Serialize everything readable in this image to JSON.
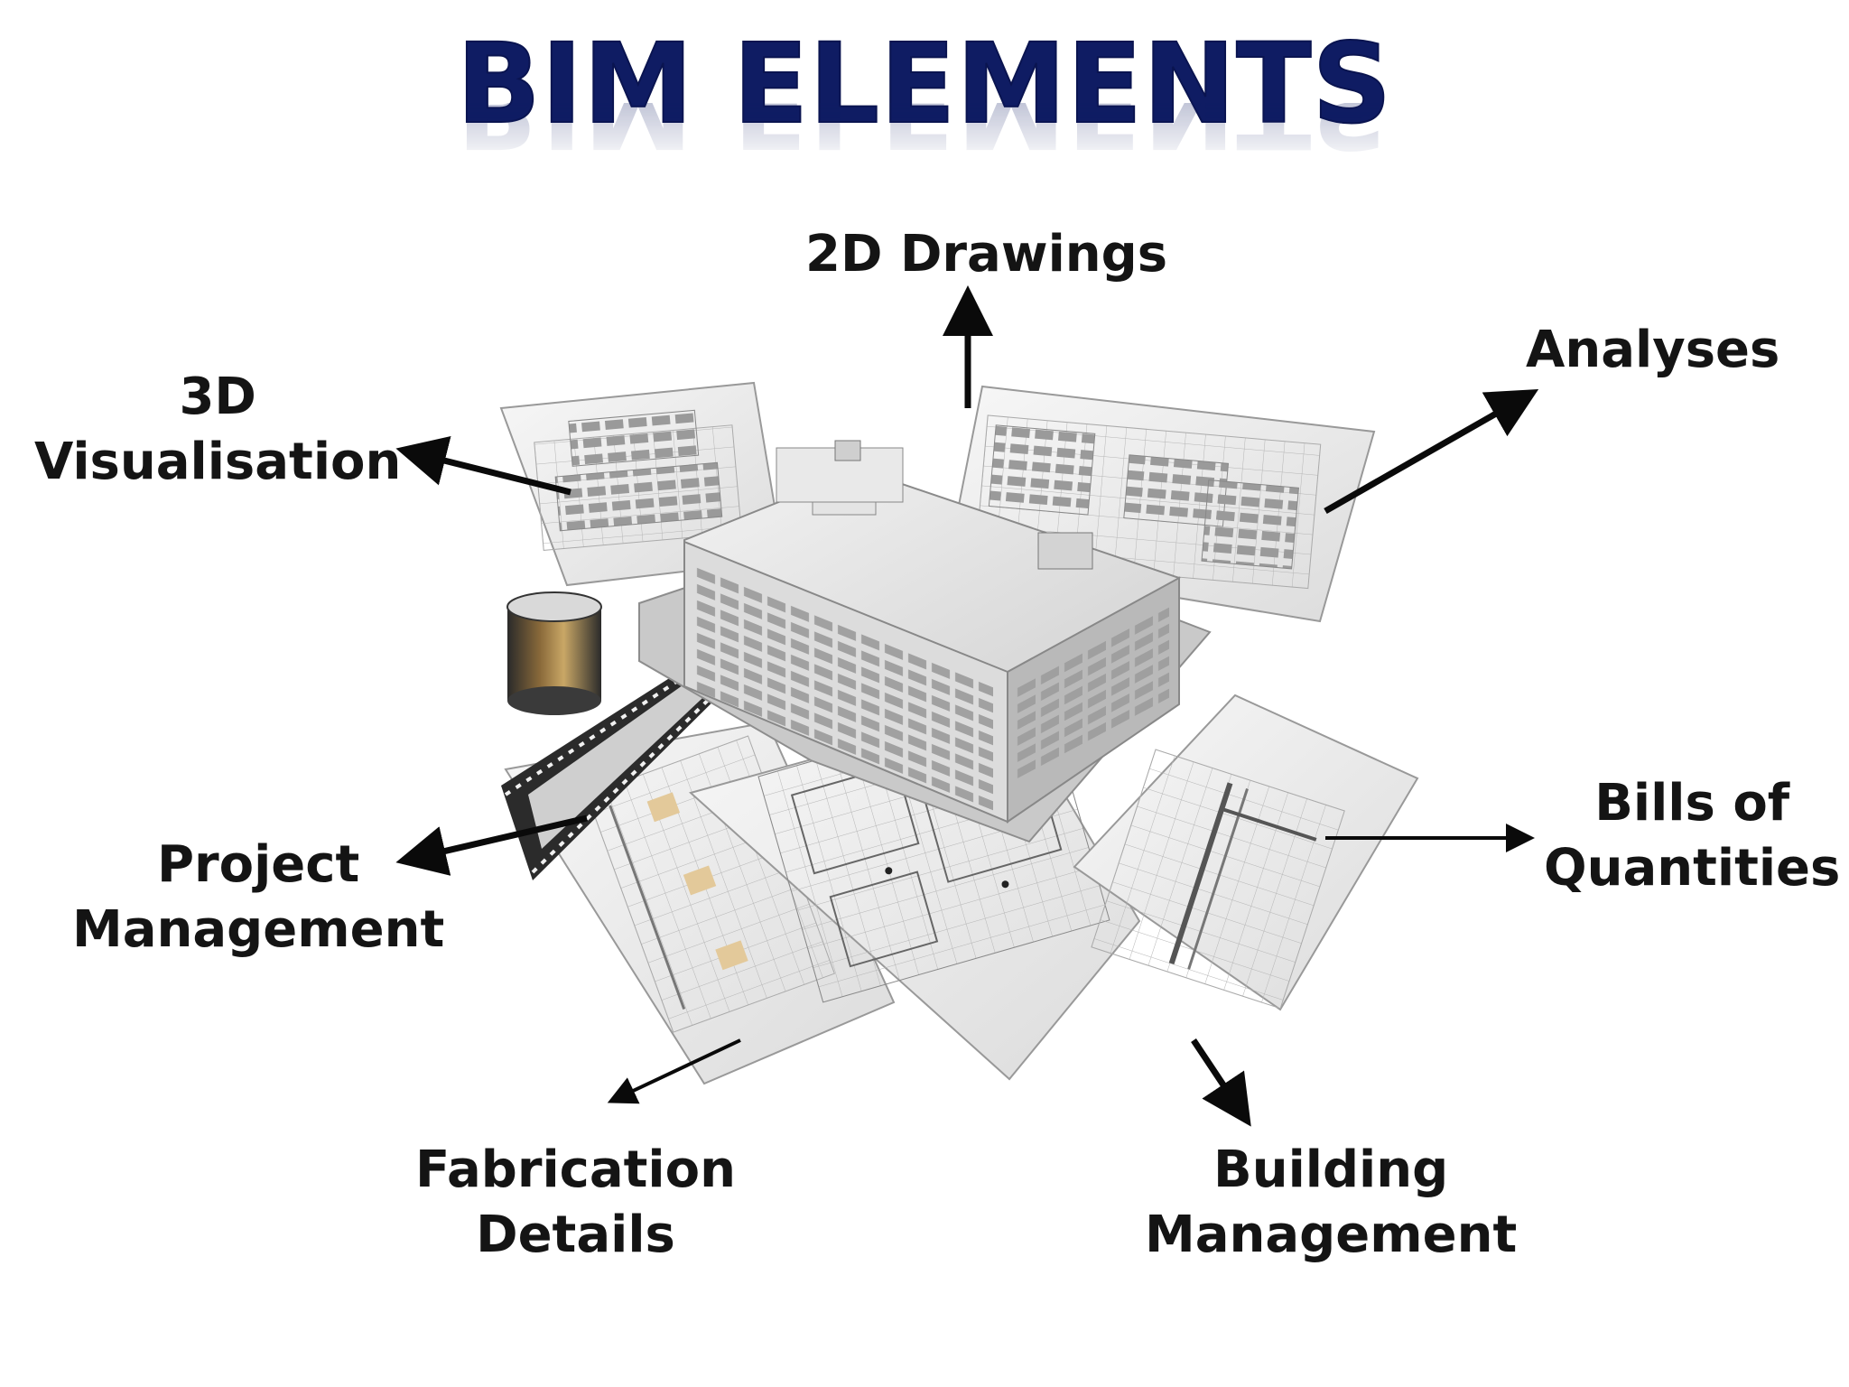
{
  "title": "BIM ELEMENTS",
  "labels": {
    "drawings_2d": "2D Drawings",
    "analyses": "Analyses",
    "visualisation_3d_line1": "3D",
    "visualisation_3d_line2": "Visualisation",
    "project_management_line1": "Project",
    "project_management_line2": "Management",
    "bills_of_quantities_line1": "Bills of",
    "bills_of_quantities_line2": "Quantities",
    "fabrication_details_line1": "Fabrication",
    "fabrication_details_line2": "Details",
    "building_management_line1": "Building",
    "building_management_line2": "Management"
  },
  "colors": {
    "title": "#0f1c63",
    "label_text": "#141414",
    "arrow": "#0a0a0a",
    "sheet": "#f4f4f4",
    "building": "#e6e6e6"
  }
}
